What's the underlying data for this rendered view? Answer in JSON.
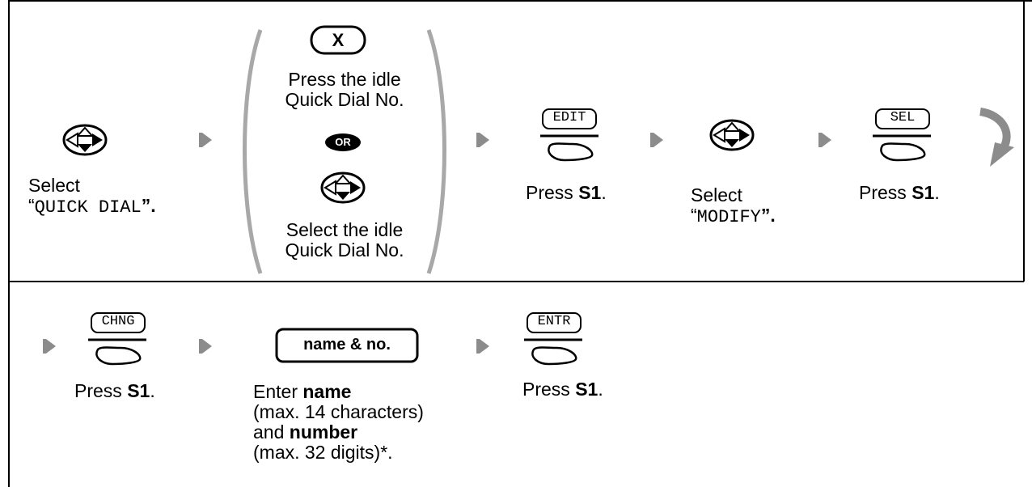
{
  "steps_row1": {
    "step1": {
      "line1": "Select",
      "quote_open": "“",
      "code": "QUICK DIAL",
      "quote_close": "”."
    },
    "alt_a": {
      "key_label": "X",
      "line1": "Press the idle",
      "line2": "Quick Dial No."
    },
    "or_label": "OR",
    "alt_b": {
      "line1": "Select the idle",
      "line2": "Quick Dial No."
    },
    "step2": {
      "soft_label": "EDIT",
      "press": "Press ",
      "key": "S1",
      "end": "."
    },
    "step3": {
      "line1": "Select",
      "quote_open": "“",
      "code": "MODIFY",
      "quote_close": "”."
    },
    "step4": {
      "soft_label": "SEL",
      "press": "Press ",
      "key": "S1",
      "end": "."
    }
  },
  "steps_row2": {
    "step5": {
      "soft_label": "CHNG",
      "press": "Press ",
      "key": "S1",
      "end": "."
    },
    "step6": {
      "box_label": "name & no.",
      "l1_pre": "Enter ",
      "l1_bold": "name",
      "l2": "(max. 14 characters)",
      "l3_pre": "and ",
      "l3_bold": "number",
      "l4": "(max. 32 digits)*."
    },
    "step7": {
      "soft_label": "ENTR",
      "press": "Press ",
      "key": "S1",
      "end": "."
    }
  },
  "colors": {
    "arrow": "#8c8c8c",
    "paren": "#a8a8a8",
    "line": "#000000"
  }
}
